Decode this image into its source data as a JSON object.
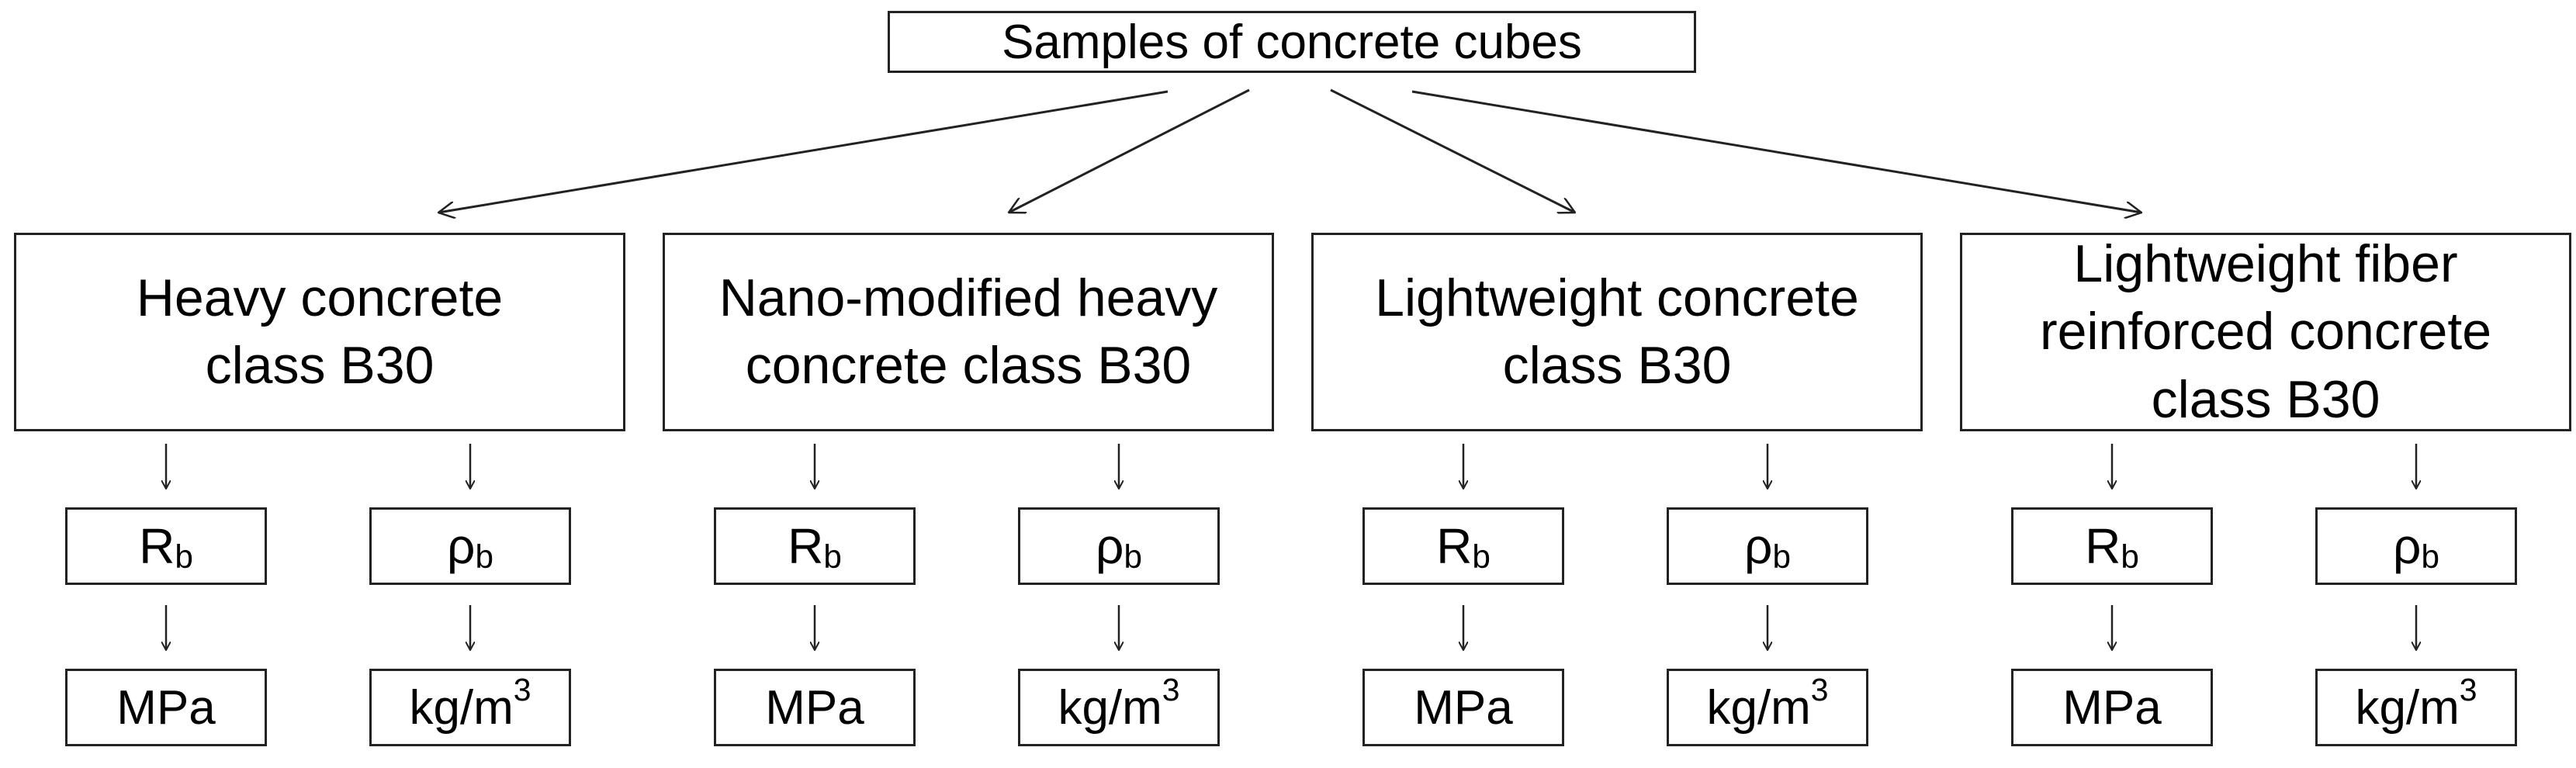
{
  "root": {
    "label": "Samples of concrete cubes"
  },
  "categories": [
    {
      "lines": [
        "Heavy concrete",
        "class B30"
      ]
    },
    {
      "lines": [
        "Nano-modified heavy",
        "concrete class B30"
      ]
    },
    {
      "lines": [
        "Lightweight concrete",
        "class B30"
      ]
    },
    {
      "lines": [
        "Lightweight fiber",
        "reinforced concrete",
        "class B30"
      ]
    }
  ],
  "properties": {
    "strength": {
      "symbol": "R",
      "sub": "b",
      "unit": "MPa"
    },
    "density": {
      "symbol": "ρ",
      "sub": "b",
      "unit_base": "kg/m",
      "unit_sup": "3"
    }
  }
}
